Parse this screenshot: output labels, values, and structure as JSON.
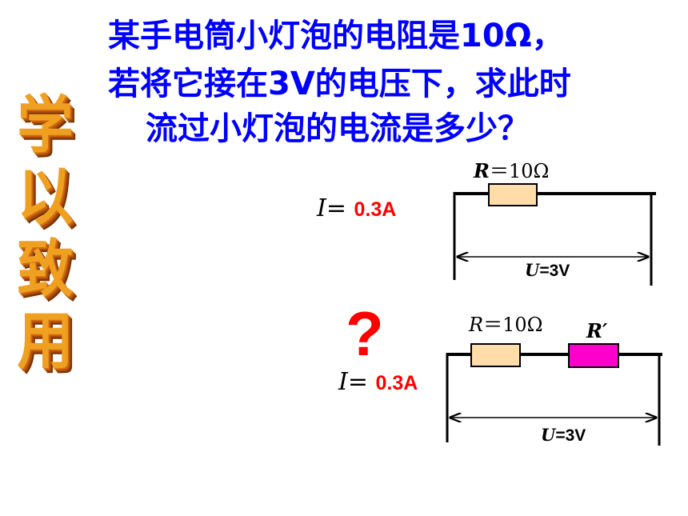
{
  "question": {
    "line1": "某手电筒小灯泡的电阻是10Ω，",
    "line2": "若将它接在3V的电压下，求此时",
    "line3": "流过小灯泡的电流是多少？"
  },
  "side_title": [
    "学",
    "以",
    "致",
    "用"
  ],
  "circuit1": {
    "resistor_label_symbol": "R",
    "resistor_label_value": "＝10Ω",
    "current_symbol": "I",
    "current_eq": "=",
    "current_value": "0.3A",
    "voltage_symbol": "U",
    "voltage_value": "=3V"
  },
  "circuit2": {
    "question_mark": "?",
    "resistor_label_symbol": "R",
    "resistor_label_value": "＝10Ω",
    "second_resistor_label": "R′",
    "current_symbol": "I",
    "current_eq": "=",
    "current_value": "0.3A",
    "voltage_symbol": "U",
    "voltage_value": "=3V"
  },
  "colors": {
    "question_text": "#0000ff",
    "answer_text": "#ff0000",
    "resistor_fill": "#ffdca8",
    "second_resistor_fill": "#ff00cc",
    "side_title": "#f0a020"
  }
}
